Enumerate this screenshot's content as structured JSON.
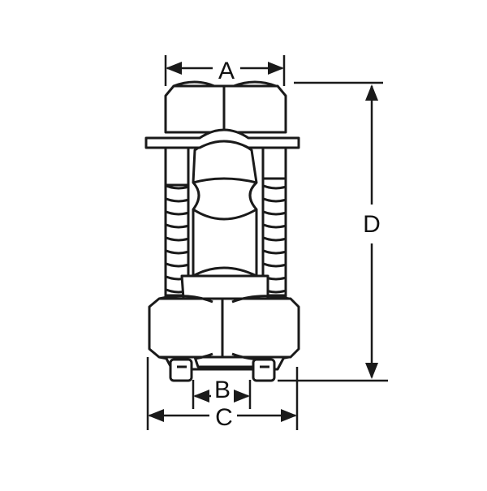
{
  "dimensions": {
    "a": {
      "label": "A"
    },
    "b": {
      "label": "B"
    },
    "c": {
      "label": "C"
    },
    "d": {
      "label": "D"
    }
  },
  "colors": {
    "line": "#1a1a1a",
    "fill": "#ffffff",
    "background": "#ffffff"
  }
}
